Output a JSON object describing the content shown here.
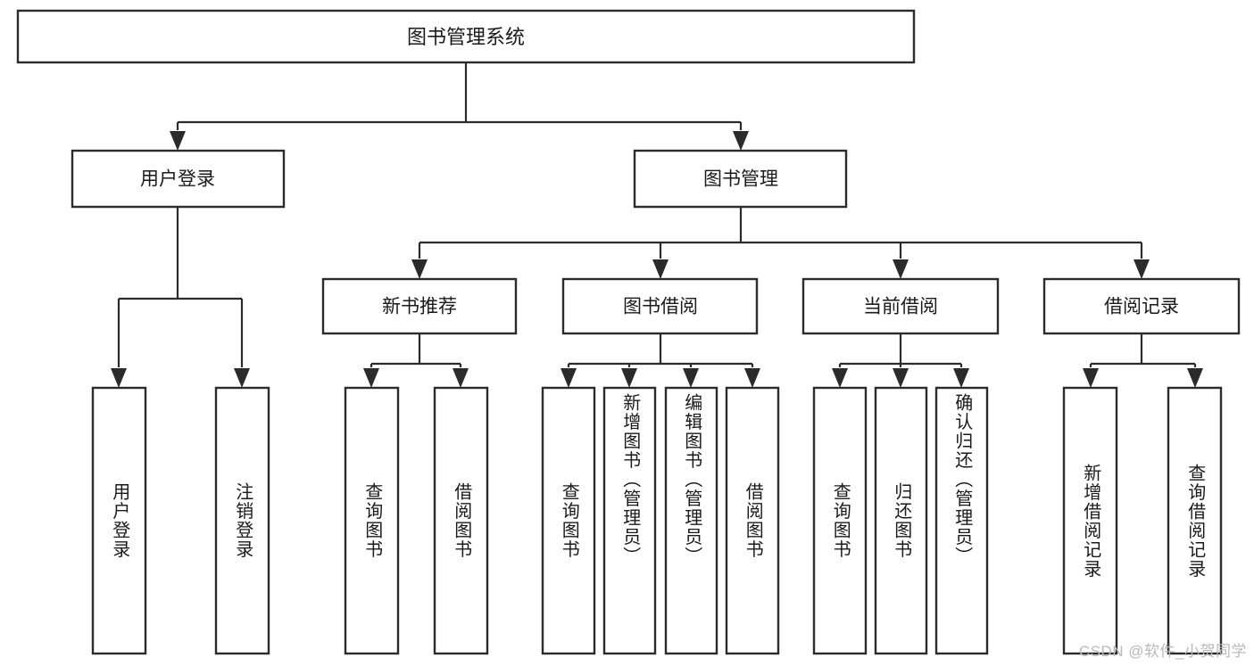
{
  "diagram": {
    "title": "图书管理系统",
    "type": "hierarchy-tree",
    "root": {
      "id": "root",
      "label": "图书管理系统",
      "orientation": "horizontal"
    },
    "level2": [
      {
        "id": "user-login",
        "label": "用户登录",
        "orientation": "horizontal"
      },
      {
        "id": "book-management",
        "label": "图书管理",
        "orientation": "horizontal"
      }
    ],
    "level3": [
      {
        "id": "new-book-recommend",
        "label": "新书推荐",
        "orientation": "horizontal",
        "parent": "book-management"
      },
      {
        "id": "book-borrow",
        "label": "图书借阅",
        "orientation": "horizontal",
        "parent": "book-management"
      },
      {
        "id": "current-borrow",
        "label": "当前借阅",
        "orientation": "horizontal",
        "parent": "book-management"
      },
      {
        "id": "borrow-record",
        "label": "借阅记录",
        "orientation": "horizontal",
        "parent": "book-management"
      }
    ],
    "leaves": [
      {
        "id": "leaf-user-login",
        "label": "用户登录",
        "orientation": "vertical",
        "parent": "user-login"
      },
      {
        "id": "leaf-user-logout",
        "label": "注销登录",
        "orientation": "vertical",
        "parent": "user-login"
      },
      {
        "id": "leaf-query-book-1",
        "label": "查询图书",
        "orientation": "vertical",
        "parent": "new-book-recommend"
      },
      {
        "id": "leaf-borrow-book-1",
        "label": "借阅图书",
        "orientation": "vertical",
        "parent": "new-book-recommend"
      },
      {
        "id": "leaf-query-book-2",
        "label": "查询图书",
        "orientation": "vertical",
        "parent": "book-borrow"
      },
      {
        "id": "leaf-add-book",
        "label": "新增图书（管理员）",
        "orientation": "vertical",
        "parent": "book-borrow"
      },
      {
        "id": "leaf-edit-book",
        "label": "编辑图书（管理员）",
        "orientation": "vertical",
        "parent": "book-borrow"
      },
      {
        "id": "leaf-borrow-book-2",
        "label": "借阅图书",
        "orientation": "vertical",
        "parent": "book-borrow"
      },
      {
        "id": "leaf-query-book-3",
        "label": "查询图书",
        "orientation": "vertical",
        "parent": "current-borrow"
      },
      {
        "id": "leaf-return-book",
        "label": "归还图书",
        "orientation": "vertical",
        "parent": "current-borrow"
      },
      {
        "id": "leaf-confirm-return",
        "label": "确认归还（管理员）",
        "orientation": "vertical",
        "parent": "current-borrow"
      },
      {
        "id": "leaf-add-borrow-record",
        "label": "新增借阅记录",
        "orientation": "vertical",
        "parent": "borrow-record"
      },
      {
        "id": "leaf-query-borrow-record",
        "label": "查询借阅记录",
        "orientation": "vertical",
        "parent": "borrow-record"
      }
    ],
    "colors": {
      "box_stroke": "#2b2b2b",
      "box_fill": "#ffffff",
      "connector": "#2b2b2b",
      "text": "#1a1a1a",
      "background": "#ffffff",
      "watermark": "#b9b9b9"
    }
  },
  "watermark": {
    "text": "CSDN @软件_小贺同学"
  }
}
